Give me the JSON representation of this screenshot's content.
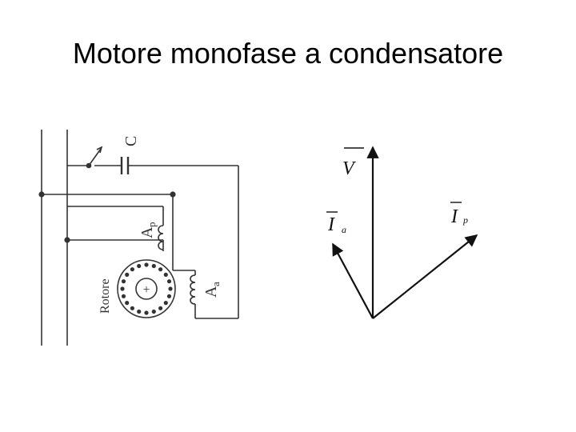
{
  "slide": {
    "title": "Motore monofase a condensatore"
  },
  "circuit": {
    "capacitor_label": "C",
    "winding_p_label": "A",
    "winding_p_sub": "p",
    "winding_a_label": "A",
    "winding_a_sub": "a",
    "rotor_label": "Rotore",
    "rotor_symbol": "+"
  },
  "phasor": {
    "v_label": "V",
    "ia_label": "I",
    "ia_sub": "a",
    "ip_label": "I",
    "ip_sub": "p"
  },
  "colors": {
    "ink": "#333333",
    "phasor": "#111111"
  }
}
